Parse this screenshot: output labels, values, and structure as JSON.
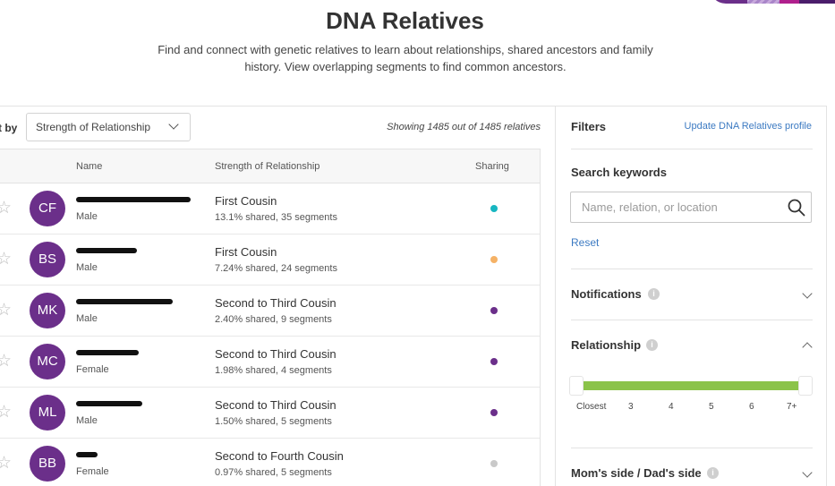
{
  "header": {
    "title": "DNA Relatives",
    "subtitle": "Find and connect with genetic relatives to learn about relationships, shared ancestors and family history. View overlapping segments to find common ancestors."
  },
  "toolbar": {
    "sort_label": "t by",
    "sort_value": "Strength of Relationship",
    "showing_text": "Showing 1485 out of 1485 relatives"
  },
  "table": {
    "columns": [
      "Name",
      "Strength of Relationship",
      "Sharing"
    ],
    "rows": [
      {
        "initials": "CF",
        "gender": "Male",
        "relationship": "First Cousin",
        "shared": "13.1% shared, 35 segments",
        "sharing_color": "#17b6c1"
      },
      {
        "initials": "BS",
        "gender": "Male",
        "relationship": "First Cousin",
        "shared": "7.24% shared, 24 segments",
        "sharing_color": "#f5b266"
      },
      {
        "initials": "MK",
        "gender": "Male",
        "relationship": "Second to Third Cousin",
        "shared": "2.40% shared, 9 segments",
        "sharing_color": "#6b2f8a"
      },
      {
        "initials": "MC",
        "gender": "Female",
        "relationship": "Second to Third Cousin",
        "shared": "1.98% shared, 4 segments",
        "sharing_color": "#6b2f8a"
      },
      {
        "initials": "ML",
        "gender": "Male",
        "relationship": "Second to Third Cousin",
        "shared": "1.50% shared, 5 segments",
        "sharing_color": "#6b2f8a"
      },
      {
        "initials": "BB",
        "gender": "Female",
        "relationship": "Second to Fourth Cousin",
        "shared": "0.97% shared, 5 segments",
        "sharing_color": "#c9c9c9"
      }
    ]
  },
  "filters": {
    "title": "Filters",
    "update_link": "Update DNA Relatives profile",
    "search_title": "Search keywords",
    "search_placeholder": "Name, relation, or location",
    "reset": "Reset",
    "notifications": "Notifications",
    "relationship": "Relationship",
    "slider_ticks": [
      "Closest",
      "3",
      "4",
      "5",
      "6",
      "7+"
    ],
    "moms_dads": "Mom's side / Dad's side"
  },
  "icons": {
    "star": "star-icon",
    "search": "search-icon",
    "info": "info-icon",
    "chevron": "chevron-icon"
  },
  "colors": {
    "avatar": "#6b2f8a",
    "link": "#3c7ac2",
    "slider": "#8bc34a"
  }
}
